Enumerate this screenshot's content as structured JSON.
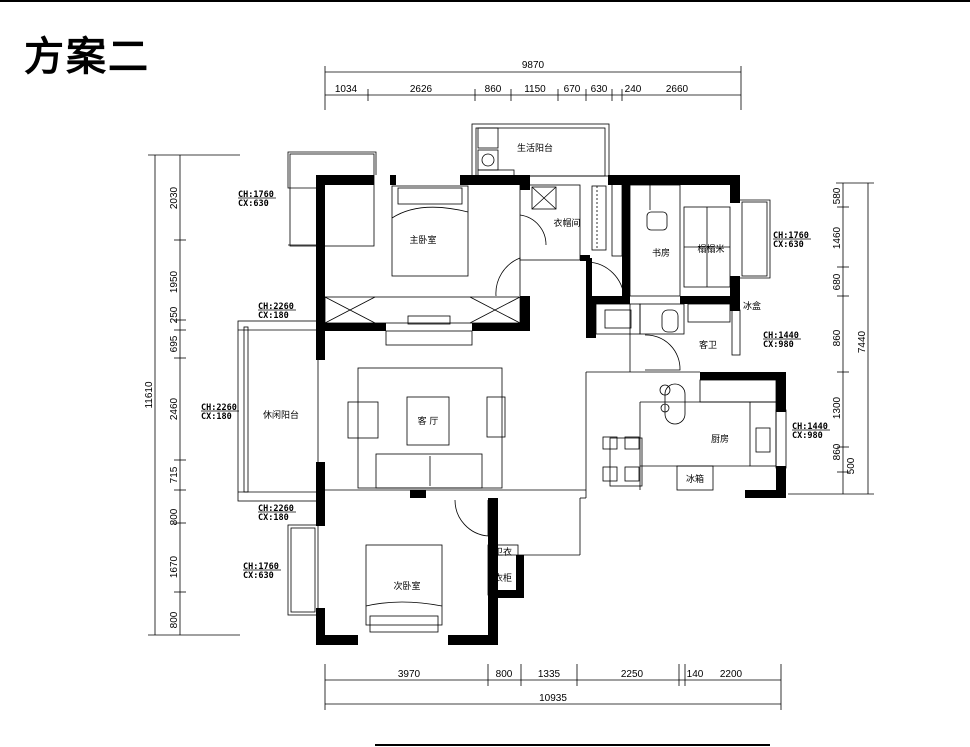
{
  "title": "方案二",
  "dims_top": {
    "total": "9870",
    "segments": [
      "1034",
      "2626",
      "860",
      "1150",
      "670",
      "630",
      "240",
      "2660"
    ]
  },
  "dims_bottom": {
    "total": "10935",
    "segments": [
      "3970",
      "800",
      "1335",
      "2250",
      "140",
      "2200"
    ]
  },
  "dims_left": {
    "total": "11610",
    "segments": [
      "2030",
      "1950",
      "250",
      "695",
      "2460",
      "715",
      "800",
      "1670",
      "800"
    ]
  },
  "dims_right": {
    "total": "7440",
    "segments": [
      "580",
      "1460",
      "680",
      "860",
      "1300",
      "860",
      "500"
    ]
  },
  "rooms": {
    "master_bedroom": "主卧室",
    "utility_balcony": "生活阳台",
    "walk_in_closet": "衣帽间",
    "study": "书房",
    "tatami": "榻榻米",
    "guest_bath": "客卫",
    "leisure_balcony": "休闲阳台",
    "living_room": "客 厅",
    "kitchen": "厨房",
    "second_bedroom": "次卧室",
    "fridge": "冰箱",
    "small_a": "卫衣",
    "small_b": "衣柜",
    "small_c": "冰盒"
  },
  "windows": [
    {
      "ch": "CH:1760",
      "cx": "CX:630"
    },
    {
      "ch": "CH:1760",
      "cx": "CX:630"
    },
    {
      "ch": "CH:2260",
      "cx": "CX:180"
    },
    {
      "ch": "CH:1440",
      "cx": "CX:980"
    },
    {
      "ch": "CH:2260",
      "cx": "CX:180"
    },
    {
      "ch": "CH:1440",
      "cx": "CX:980"
    },
    {
      "ch": "CH:2260",
      "cx": "CX:180"
    },
    {
      "ch": "CH:1760",
      "cx": "CX:630"
    }
  ]
}
